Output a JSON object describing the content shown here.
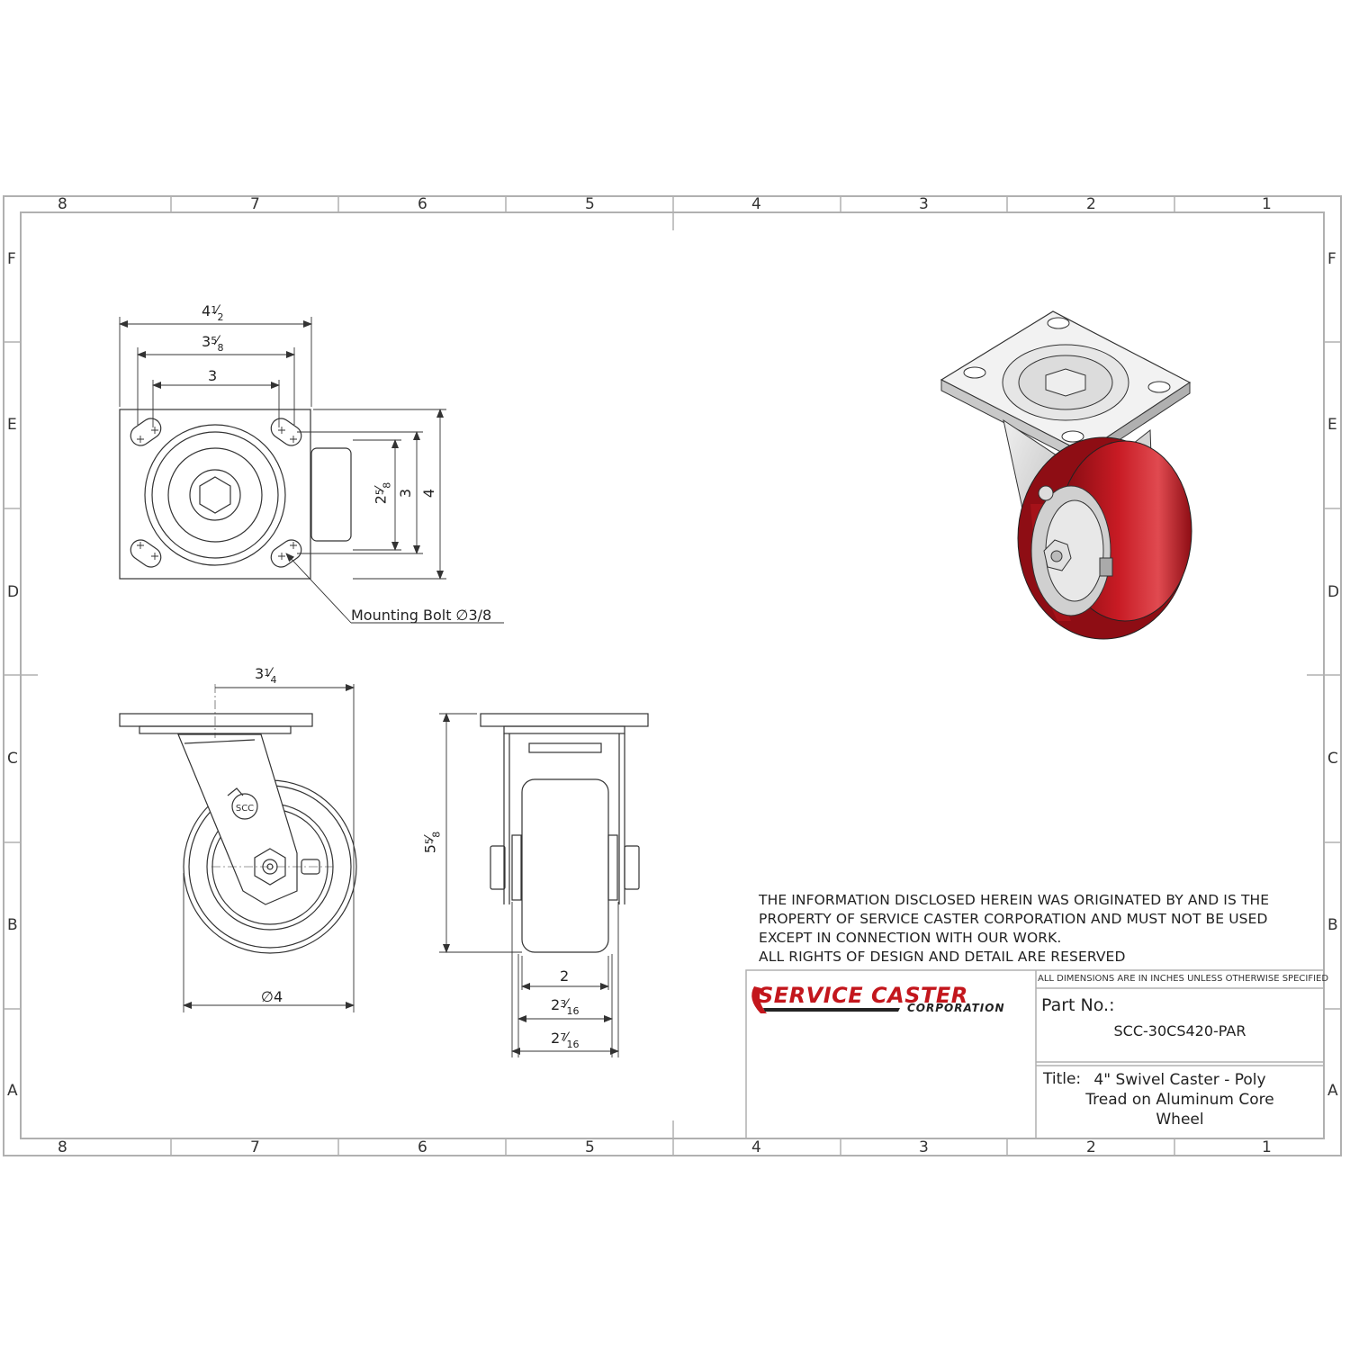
{
  "grid": {
    "columns": [
      "8",
      "7",
      "6",
      "5",
      "4",
      "3",
      "2",
      "1"
    ],
    "rows": [
      "F",
      "E",
      "D",
      "C",
      "B",
      "A"
    ]
  },
  "top_view": {
    "width_outer": {
      "whole": "4",
      "num": "1",
      "den": "2"
    },
    "width_slots": {
      "whole": "3",
      "num": "5",
      "den": "8"
    },
    "width_bolts": {
      "whole": "3"
    },
    "height_inner": {
      "whole": "2",
      "num": "5",
      "den": "8"
    },
    "height_bolts": {
      "whole": "3"
    },
    "height_outer": {
      "whole": "4"
    },
    "bolt_label": "Mounting Bolt ∅3/8"
  },
  "side_view": {
    "offset": {
      "whole": "3",
      "num": "1",
      "den": "4"
    },
    "wheel_diameter": "∅4",
    "logo": "SCC"
  },
  "front_view": {
    "height": {
      "whole": "5",
      "num": "5",
      "den": "8"
    },
    "tread_width": {
      "whole": "2"
    },
    "hub_width": {
      "whole": "2",
      "num": "3",
      "den": "16"
    },
    "overall_width": {
      "whole": "2",
      "num": "7",
      "den": "16"
    }
  },
  "notice": [
    "THE INFORMATION DISCLOSED HEREIN WAS ORIGINATED BY AND IS THE",
    "PROPERTY OF SERVICE CASTER CORPORATION AND MUST NOT BE USED",
    "EXCEPT IN CONNECTION WITH OUR WORK.",
    "ALL RIGHTS OF DESIGN AND DETAIL ARE RESERVED"
  ],
  "title_block": {
    "company": "SERVICE CASTER",
    "company_sub": "CORPORATION",
    "units_note": "ALL DIMENSIONS ARE IN INCHES UNLESS OTHERWISE SPECIFIED",
    "part_label": "Part No.:",
    "part_number": "SCC-30CS420-PAR",
    "title_label": "Title:",
    "title_lines": [
      "4\" Swivel Caster - Poly",
      "Tread on Aluminum Core",
      "Wheel"
    ]
  },
  "colors": {
    "frame": "#b0b0b0",
    "line": "#333333",
    "wheel_red": "#b3121c",
    "steel": "#c9c9c9",
    "brand_red": "#c3161c"
  }
}
